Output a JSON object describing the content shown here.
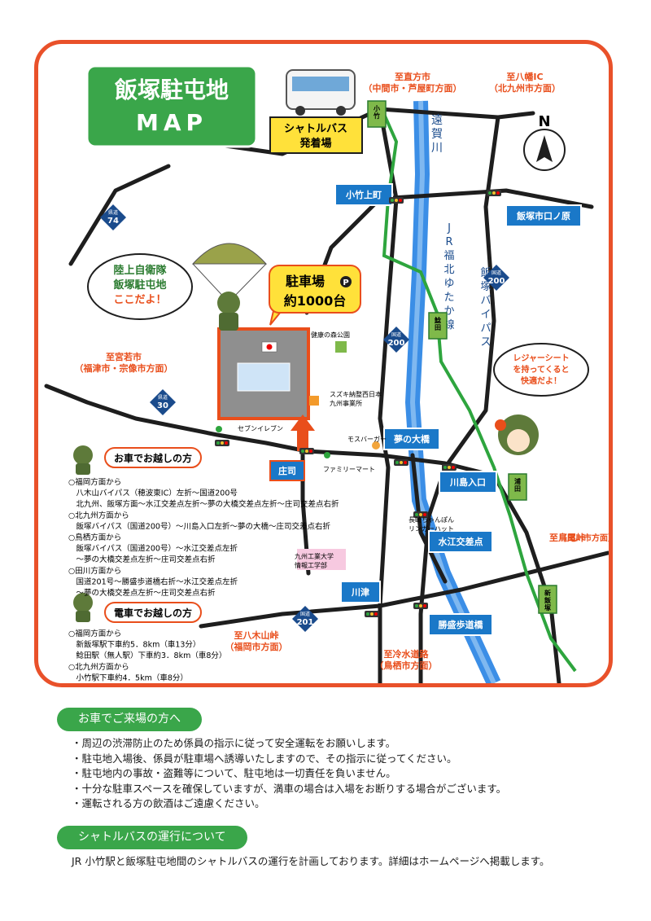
{
  "title": {
    "line1": "飯塚駐屯地",
    "line2": "MAP"
  },
  "shuttle": {
    "label1": "シャトルバス",
    "label2": "発着場"
  },
  "parking": {
    "line1": "駐車場",
    "line2": "約1000台",
    "p_mark": "P"
  },
  "base_bubble": {
    "line1": "陸上自衛隊",
    "line2": "飯塚駐屯地",
    "line3": "ここだよ！"
  },
  "sheet_bubble": {
    "line1": "レジャーシート",
    "line2": "を持ってくると",
    "line3": "快適だよ！"
  },
  "north": "N",
  "directions": {
    "nogata": {
      "line1": "至直方市",
      "line2": "（中間市・芦屋町方面）"
    },
    "yahata": {
      "line1": "至八幡IC",
      "line2": "（北九州市方面）"
    },
    "miyawaka": {
      "line1": "至宮若市",
      "line2": "（福津市・宗像市方面）"
    },
    "yagiyama": {
      "line1": "至八木山峠",
      "line2": "（福岡市方面）"
    },
    "reisui": {
      "line1": "至冷水道路",
      "line2": "（鳥栖市方面）"
    },
    "torio": {
      "line1": "至鳥尾峠",
      "line2": "（田川市方面）"
    }
  },
  "stations": {
    "kotake": "小竹",
    "katsuki": "鯰田",
    "urata": "浦田",
    "shiniizuka": "新飯塚"
  },
  "places": {
    "kotake_kami": "小竹上町",
    "iizuka_kuchinohara": "飯塚市口ノ原",
    "yume_ohashi": "夢の大橋",
    "kawashima_iriguchi": "川島入口",
    "mizue_kousaten": "水江交差点",
    "kawazu": "川津",
    "shomori": "勝盛歩道橋",
    "shoji": "庄司",
    "kenko_park": "健康の森公園",
    "suzuki": "スズキ納整西日本\n九州事業所",
    "seven": "セブンイレブン",
    "familymart": "ファミリーマート",
    "mos": "モスバーガー",
    "ringer": "長崎ちゃんぽん\nリンガーハット",
    "kyutech": "九州工業大学\n情報工学部"
  },
  "river": "遠賀川",
  "rail": "JR福北ゆたか線",
  "bypass": "飯塚バイパス",
  "routes": {
    "r74": {
      "kind": "県道",
      "num": "74"
    },
    "r30": {
      "kind": "県道",
      "num": "30"
    },
    "r200a": {
      "kind": "国道",
      "num": "200"
    },
    "r200b": {
      "kind": "国道",
      "num": "200"
    },
    "r201": {
      "kind": "国道",
      "num": "201"
    }
  },
  "car_access": {
    "title": "お車でお越しの方",
    "lines": [
      "○福岡方面から",
      "　八木山バイパス（穂波東IC）左折～国道200号",
      "　北九州、飯塚方面～水江交差点左折～夢の大橋交差点左折～庄司交差点右折",
      "○北九州方面から",
      "　飯塚バイパス（国道200号）～川島入口左折～夢の大橋～庄司交差点右折",
      "○鳥栖方面から",
      "　飯塚バイパス（国道200号）～水江交差点左折",
      "　～夢の大橋交差点左折～庄司交差点右折",
      "○田川方面から",
      "　国道201号～勝盛歩道橋右折～水江交差点左折",
      "　～夢の大橋交差点左折～庄司交差点右折"
    ]
  },
  "train_access": {
    "title": "電車でお越しの方",
    "lines": [
      "○福岡方面から",
      "　新飯塚駅下車約5．8km（車13分）",
      "　鯰田駅（無人駅）下車約3．8km（車8分）",
      "○北九州方面から",
      "　小竹駅下車約4．5km（車8分）"
    ]
  },
  "section1": {
    "heading": "お車でご来場の方へ",
    "items": [
      "・周辺の渋滞防止のため係員の指示に従って安全運転をお願いします。",
      "・駐屯地入場後、係員が駐車場へ誘導いたしますので、その指示に従ってください。",
      "・駐屯地内の事故・盗難等について、駐屯地は一切責任を負いません。",
      "・十分な駐車スペースを確保していますが、満車の場合は入場をお断りする場合がございます。",
      "・運転される方の飲酒はご遠慮ください。"
    ]
  },
  "section2": {
    "heading": "シャトルバスの運行について",
    "text": "JR 小竹駅と飯塚駐屯地間のシャトルバスの運行を計画しております。詳細はホームページへ掲載します。"
  },
  "colors": {
    "frame": "#e9512a",
    "green": "#3aa64a",
    "blue": "#1a78c8",
    "river": "#3b8ee6",
    "orange": "#e94e1b",
    "yellow": "#ffe13a"
  }
}
